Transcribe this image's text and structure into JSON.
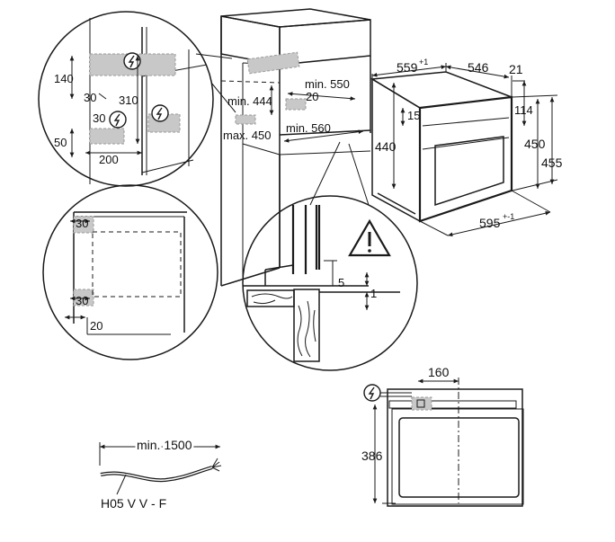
{
  "detail_top_left": {
    "dim_140": "140",
    "dim_30_a": "30",
    "dim_310": "310",
    "dim_30_b": "30",
    "dim_50": "50",
    "dim_200": "200"
  },
  "cabinet": {
    "min_444": "min. 444",
    "max_450": "max. 450",
    "min_550": "min. 550",
    "dim_20": "20",
    "min_560": "min. 560"
  },
  "oven": {
    "dim_559": "559",
    "dim_559_tol": "+1",
    "dim_546": "546",
    "dim_21": "21",
    "dim_15": "15",
    "dim_114": "114",
    "dim_440": "440",
    "dim_450": "450",
    "dim_455": "455",
    "dim_595": "595",
    "dim_595_tol": "+-1"
  },
  "detail_mid_left": {
    "dim_30_top": "30",
    "dim_30_bottom": "30",
    "dim_20": "20"
  },
  "detail_center": {
    "dim_5": "5",
    "dim_1": "1"
  },
  "socket_view": {
    "dim_160": "160",
    "dim_386": "386"
  },
  "cable": {
    "min_1500": "min. 1500",
    "type": "H05 V V - F"
  },
  "icons": [
    "electric-symbol-icon",
    "warning-triangle-icon"
  ]
}
